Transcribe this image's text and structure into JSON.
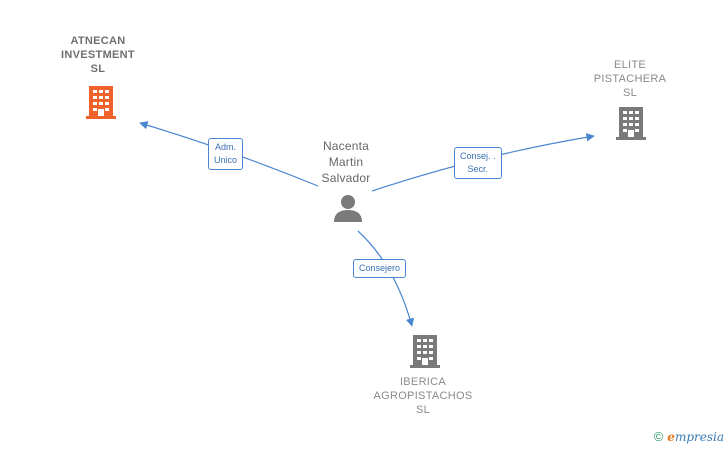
{
  "person": {
    "label_lines": [
      "Nacenta",
      "Martin",
      "Salvador"
    ]
  },
  "companies": [
    {
      "id": "atnecan",
      "label_lines": [
        "ATNECAN",
        "INVESTMENT",
        "SL"
      ],
      "highlight": true
    },
    {
      "id": "elite",
      "label_lines": [
        "ELITE",
        "PISTACHERA",
        "SL"
      ],
      "highlight": false
    },
    {
      "id": "iberica",
      "label_lines": [
        "IBERICA",
        "AGROPISTACHOS",
        "SL"
      ],
      "highlight": false
    }
  ],
  "relations": [
    {
      "to": "atnecan",
      "label_lines": [
        "Adm.",
        "Unico"
      ]
    },
    {
      "to": "elite",
      "label_lines": [
        "Consej. .",
        "Secr."
      ]
    },
    {
      "to": "iberica",
      "label_lines": [
        "Consejero"
      ]
    }
  ],
  "colors": {
    "highlight": "#f0622c",
    "building": "#7a7a7a",
    "edge": "#4a86d0",
    "person": "#7a7a7a"
  },
  "footer": {
    "copyright_symbol": "©",
    "brand_initial": "e",
    "brand_rest": "mpresia"
  }
}
